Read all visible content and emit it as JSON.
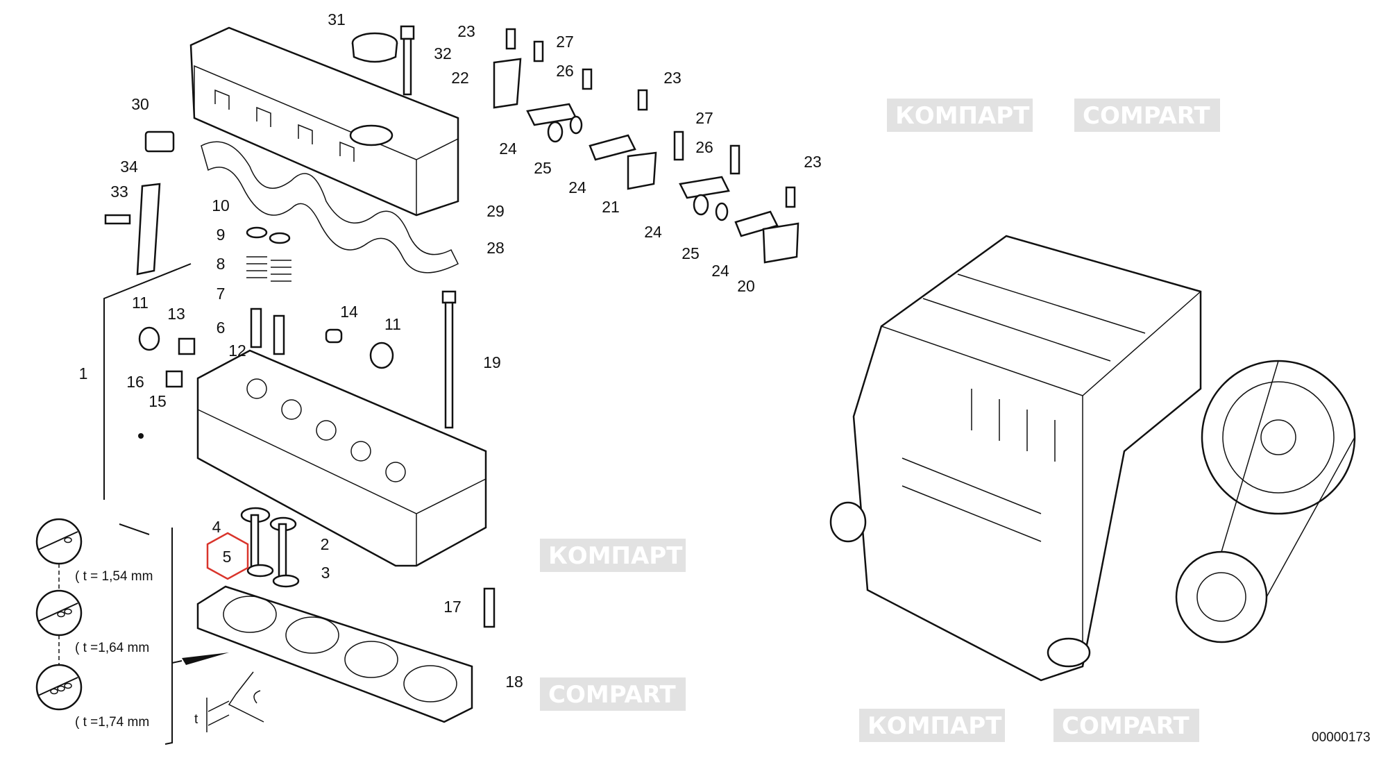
{
  "watermark": {
    "ru": "КОМПАРТ",
    "en": "COMPART"
  },
  "drawing_number": "00000173",
  "highlight_color": "#d9342b",
  "highlighted_part": "5",
  "gasket_thickness_label": "t",
  "gasket_options": [
    {
      "label": "( t = 1,54 mm",
      "holes": 1
    },
    {
      "label": "( t =1,64 mm",
      "holes": 2
    },
    {
      "label": "( t =1,74 mm",
      "holes": 3
    }
  ],
  "callouts": [
    "31",
    "32",
    "23",
    "27",
    "26",
    "22",
    "23",
    "30",
    "27",
    "24",
    "25",
    "26",
    "34",
    "23",
    "24",
    "33",
    "29",
    "10",
    "21",
    "24",
    "9",
    "28",
    "25",
    "8",
    "24",
    "20",
    "7",
    "11",
    "13",
    "14",
    "6",
    "12",
    "11",
    "19",
    "1",
    "16",
    "15",
    "4",
    "2",
    "5",
    "3",
    "17",
    "18"
  ]
}
